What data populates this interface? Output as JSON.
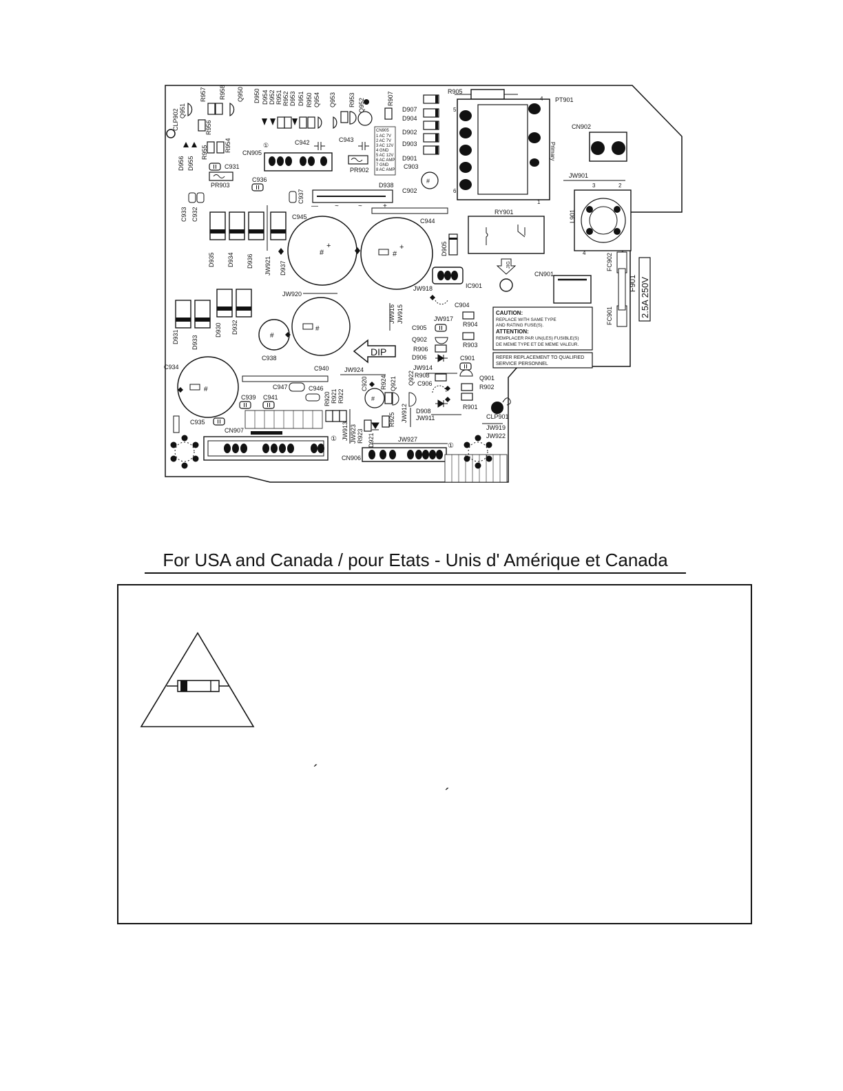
{
  "board": {
    "labels": {
      "r905": "R905",
      "pt901": "PT901",
      "cn902": "CN902",
      "primary": "Primary",
      "jw901": "JW901",
      "l901": "L901",
      "ry901": "RY901",
      "cn901": "CN901",
      "f901": "F901",
      "fuse_rating": "2.5A 250V",
      "fc901": "FC901",
      "fc902": "FC902",
      "jig": "JIG",
      "ic901": "IC901",
      "dip": "DIP",
      "cn905": "CN905",
      "cn906": "CN906",
      "cn907": "CN907",
      "clp901": "CLP901",
      "clp902": "CLP902",
      "c902": "C902",
      "c903": "C903",
      "c904": "C904",
      "c905": "C905",
      "c906": "C906",
      "c901": "C901",
      "c920": "C920",
      "c931": "C931",
      "c932": "C932",
      "c933": "C933",
      "c934": "C934",
      "c935": "C935",
      "c936": "C936",
      "c937": "C937",
      "c938": "C938",
      "c939": "C939",
      "c940": "C940",
      "c941": "C941",
      "c942": "C942",
      "c943": "C943",
      "c944": "C944",
      "c945": "C945",
      "c946": "C946",
      "c947": "C947",
      "d901": "D901",
      "d902": "D902",
      "d903": "D903",
      "d904": "D904",
      "d905": "D905",
      "d906": "D906",
      "d907": "D907",
      "d908": "D908",
      "d921": "D921",
      "d930": "D930",
      "d931": "D931",
      "d932": "D932",
      "d933": "D933",
      "d934": "D934",
      "d935": "D935",
      "d936": "D936",
      "d937": "D937",
      "d938": "D938",
      "d950": "D950",
      "d951": "D951",
      "d952": "D952",
      "d953": "D953",
      "d954": "D954",
      "d955": "D955",
      "d956": "D956",
      "q901": "Q901",
      "q902": "Q902",
      "q921": "Q921",
      "q922": "Q922",
      "q950": "Q950",
      "q951": "Q951",
      "q952": "Q952",
      "q953": "Q953",
      "q954": "Q954",
      "r901": "R901",
      "r902": "R902",
      "r903": "R903",
      "r904": "R904",
      "r906": "R906",
      "r907": "R907",
      "r908": "R908",
      "r920": "R920",
      "r921": "R921",
      "r922": "R922",
      "r923": "R923",
      "r924": "R924",
      "r925": "R925",
      "r950": "R950",
      "r951": "R951",
      "r952": "R952",
      "r953": "R953",
      "r954": "R954",
      "r955": "R955",
      "r956": "R956",
      "r957": "R957",
      "r958": "R958",
      "pr902": "PR902",
      "pr903": "PR903",
      "jw911": "JW911",
      "jw912": "JW912",
      "jw913": "JW913",
      "jw914": "JW914",
      "jw915": "JW915",
      "jw916": "JW916",
      "jw917": "JW917",
      "jw918": "JW918",
      "jw919": "JW919",
      "jw920": "JW920",
      "jw921": "JW921",
      "jw922": "JW922",
      "jw923": "JW923",
      "jw924": "JW924",
      "jw927": "JW927"
    },
    "cn905_table": [
      "CN905",
      "1 AC 7V",
      "2 AC 7V",
      "3 AC 12V",
      "4 GND",
      "5 AC 12V",
      "6 AC AMP",
      "7 GND",
      "8 AC AMP"
    ],
    "caution_lines": [
      "CAUTION:",
      "REPLACE WITH SAME TYPE",
      "AND RATING FUSE(S).",
      "ATTENTION:",
      "REMPLACER PAR UN(LES) FUSIBLE(S)",
      "DE MEME TYPE ET DE MEME VALEUR."
    ],
    "refer_lines": [
      "REFER REPLACEMENT TO QUALIFIED",
      "SERVICE PERSONNEL"
    ]
  },
  "notice": {
    "heading": "For USA and Canada / pour Etats - Unis d' Amérique et Canada",
    "accent_mark_1": "´",
    "accent_mark_2": "´"
  }
}
